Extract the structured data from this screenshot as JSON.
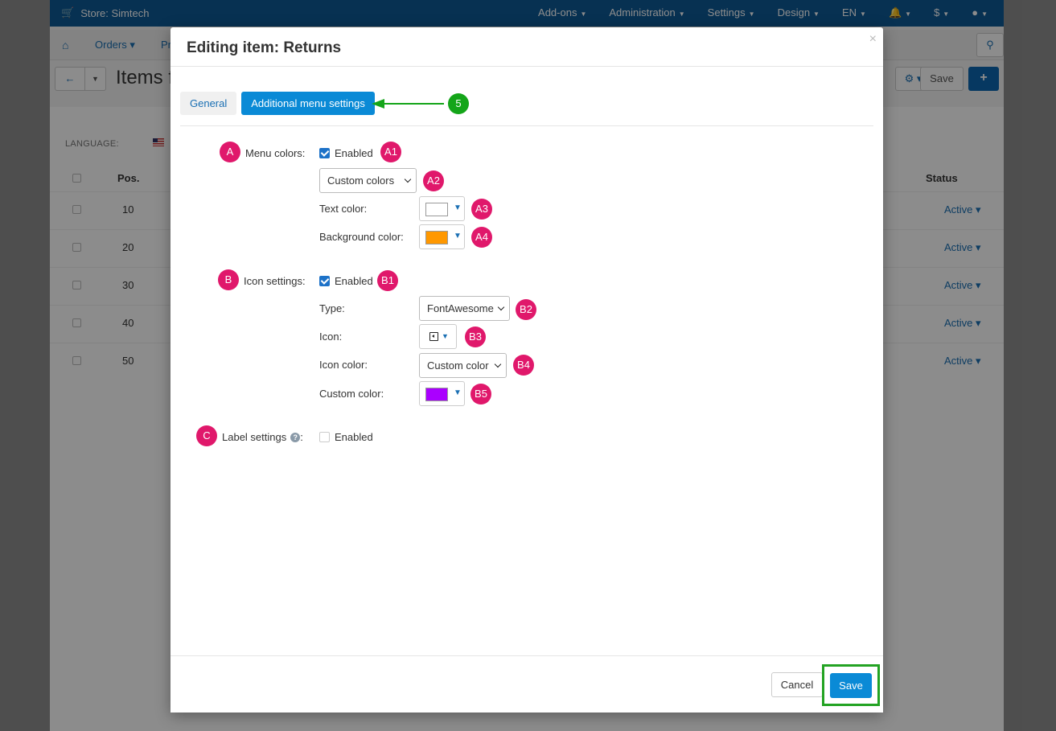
{
  "topbar": {
    "store": "Store: Simtech",
    "menu": [
      "Add-ons",
      "Administration",
      "Settings",
      "Design",
      "EN",
      "",
      "$",
      ""
    ]
  },
  "nav": {
    "orders": "Orders",
    "products_partial": "Pr"
  },
  "page": {
    "title_partial": "Items f",
    "save_label": "Save",
    "language_label": "LANGUAGE:",
    "table": {
      "headers": {
        "pos": "Pos.",
        "status": "Status"
      },
      "rows": [
        {
          "pos": "10",
          "status": "Active"
        },
        {
          "pos": "20",
          "status": "Active"
        },
        {
          "pos": "30",
          "status": "Active"
        },
        {
          "pos": "40",
          "status": "Active"
        },
        {
          "pos": "50",
          "status": "Active"
        }
      ]
    }
  },
  "modal": {
    "title": "Editing item: Returns",
    "close": "×",
    "tabs": {
      "general": "General",
      "additional": "Additional menu settings"
    },
    "menu_colors": {
      "label": "Menu colors:",
      "enabled": true,
      "enabled_label": "Enabled",
      "mode": "Custom colors",
      "text_color_label": "Text color:",
      "text_color": "#ffffff",
      "bg_color_label": "Background color:",
      "bg_color": "#ff9800"
    },
    "icon_settings": {
      "label": "Icon settings:",
      "enabled": true,
      "enabled_label": "Enabled",
      "type_label": "Type:",
      "type": "FontAwesome",
      "icon_label": "Icon:",
      "icon_name": "caret-square-left-icon",
      "icon_color_label": "Icon color:",
      "icon_color": "Custom color",
      "custom_color_label": "Custom color:",
      "custom_color": "#aa00ff"
    },
    "label_settings": {
      "label": "Label settings",
      "colon": ":",
      "help": "?",
      "enabled": false,
      "enabled_label": "Enabled"
    },
    "footer": {
      "cancel": "Cancel",
      "save": "Save"
    }
  },
  "annotations": {
    "step": "5",
    "A": "A",
    "A1": "A1",
    "A2": "A2",
    "A3": "A3",
    "A4": "A4",
    "B": "B",
    "B1": "B1",
    "B2": "B2",
    "B3": "B3",
    "B4": "B4",
    "B5": "B5",
    "C": "C"
  },
  "colors": {
    "primary": "#0a8ad6",
    "badge": "#e0186b",
    "highlight": "#23a323",
    "topbar": "#0e5a96"
  }
}
